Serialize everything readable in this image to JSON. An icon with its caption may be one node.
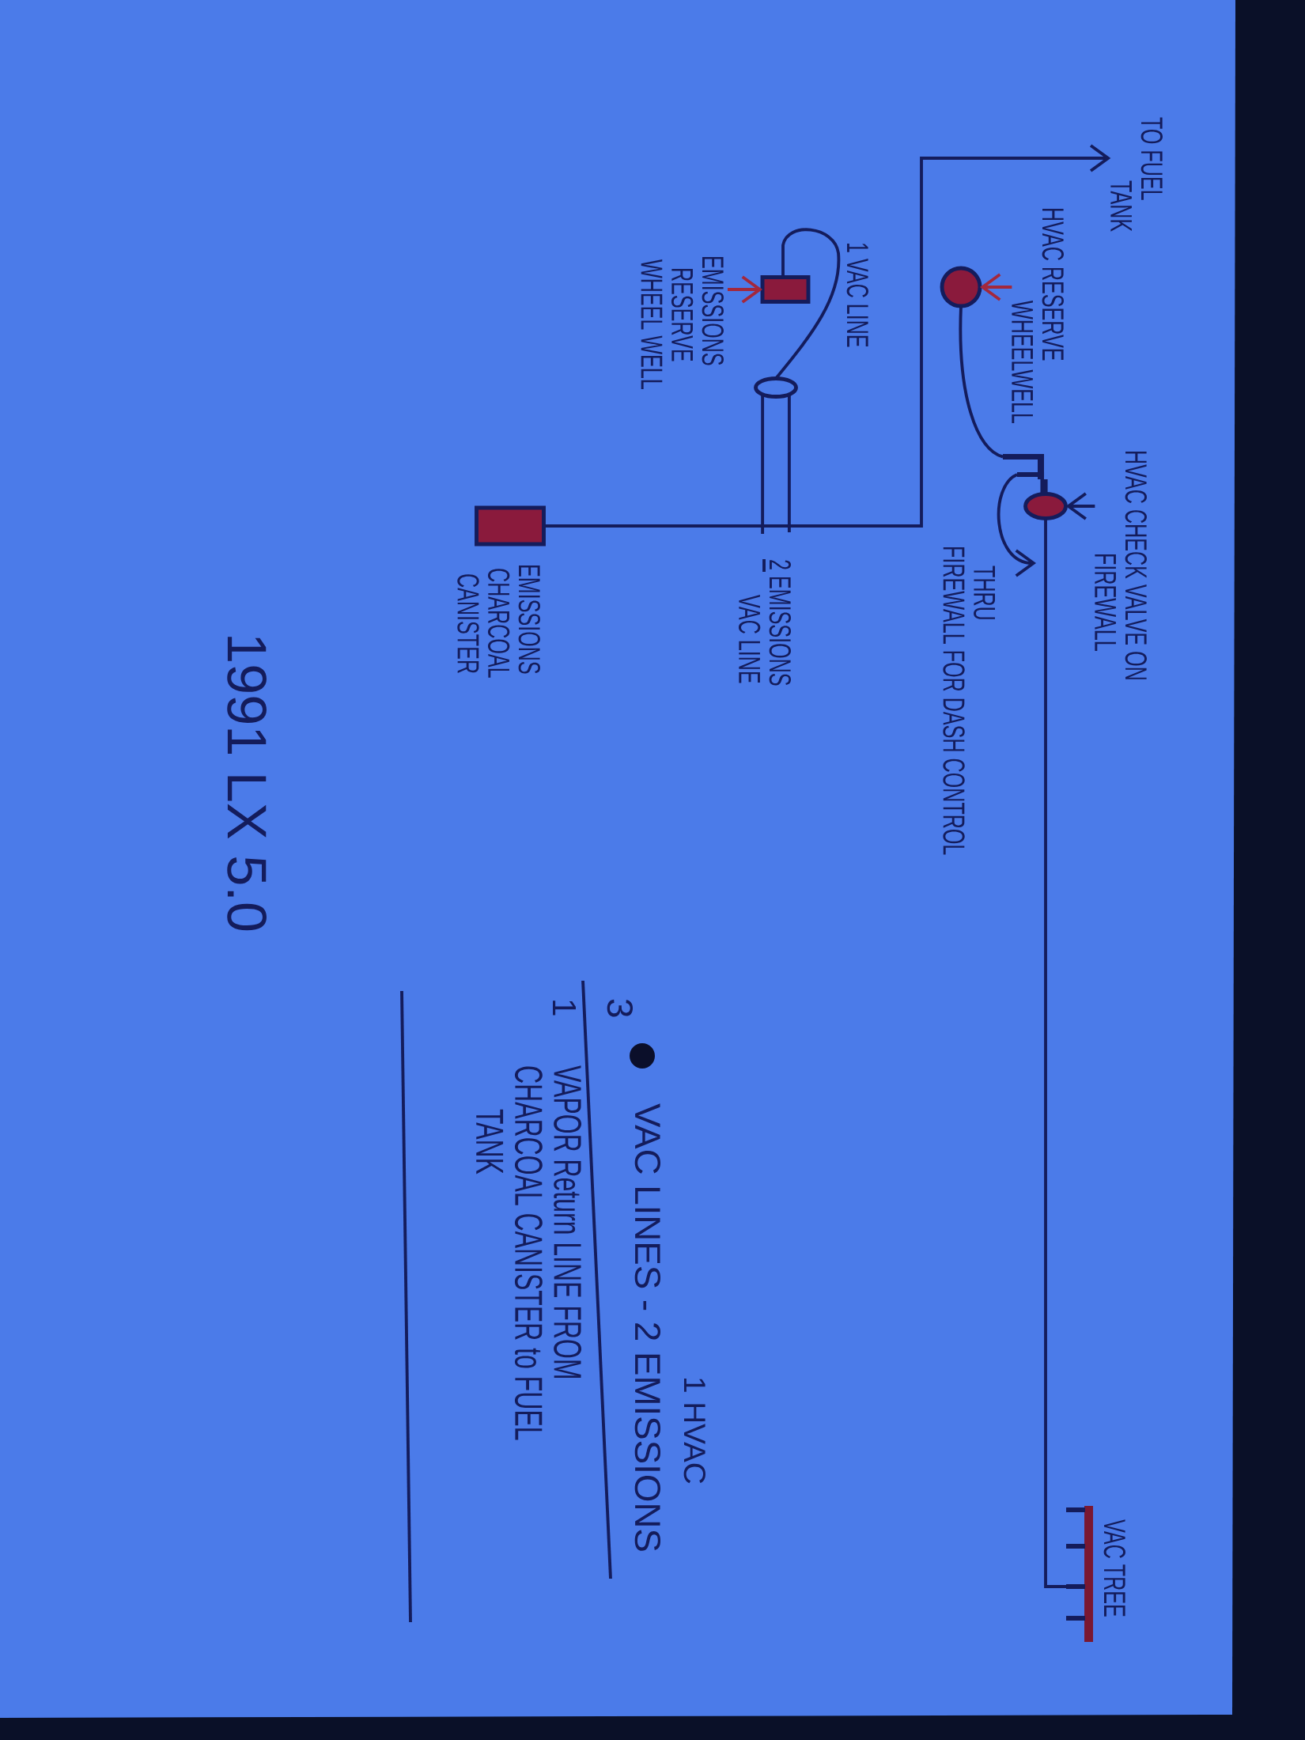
{
  "diagram": {
    "caption": "1991 LX 5.0",
    "nodes": [
      {
        "text": [
          "TO FUEL TANK"
        ]
      },
      {
        "text": [
          "HVAC RESERVE WHEELWELL"
        ]
      },
      {
        "text": [],
        "shape": "circle"
      },
      {
        "text": [
          "HVAC CHECK VALVE ON FIREWALL"
        ]
      },
      {
        "text": [],
        "shape": "circle"
      },
      {
        "text": [],
        "shape": "tee"
      },
      {
        "text": [
          "EMISSIONS RESERVE WHEEL WELL"
        ]
      },
      {
        "text": [],
        "shape": "box"
      },
      {
        "text": [],
        "shape": "circle"
      },
      {
        "text": [],
        "shape": "box",
        "beside": [
          "EMISSIONS CHARCOAL CANISTER"
        ]
      },
      {
        "text": [],
        "shape": "comb",
        "beside": [
          "VAC TREE"
        ]
      }
    ],
    "edges": [
      {
        "from": 9,
        "to": 0,
        "arrow": "to"
      },
      {
        "from": 2,
        "to": 5,
        "arrow": "none"
      },
      {
        "from": 5,
        "to": 4,
        "arrow": "none",
        "style": "thick"
      },
      {
        "from": 5,
        "to": null,
        "arrow": "to"
      },
      {
        "from": 4,
        "to": 10,
        "arrow": "none"
      },
      {
        "from": 1,
        "to": 2,
        "arrow": "to",
        "color": "#a3283c"
      },
      {
        "from": 3,
        "to": 4,
        "arrow": "to"
      },
      {
        "from": 6,
        "to": 7,
        "arrow": "to",
        "color": "#a3283c"
      },
      {
        "from": 8,
        "to": 7,
        "arrow": "none"
      },
      {
        "from": 8,
        "to": null,
        "arrow": "none"
      },
      {
        "from": 8,
        "to": null,
        "arrow": "none"
      }
    ],
    "labels": [
      "1 VAC LINE",
      "THRU FIREWALL FOR DASH CONTROL",
      "2 EMISSIONS VAC LINE",
      "3",
      "VAC LINES - 2 EMISSIONS",
      "1 HVAC",
      "1",
      "VAPOR Return LINE FROM CHARCOAL CANISTER to FUEL TANK"
    ]
  }
}
